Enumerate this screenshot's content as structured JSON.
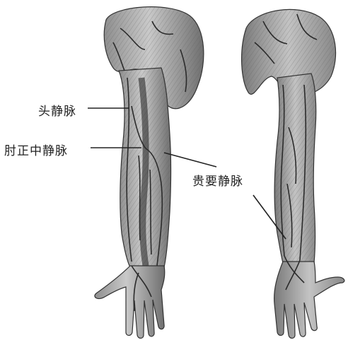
{
  "labels": {
    "cephalic_vein": "头静脉",
    "median_cubital_vein": "肘正中静脉",
    "basilic_vein": "贵要静脉"
  },
  "colors": {
    "ink": "#222222",
    "arm_shading": "#9a9a9a",
    "vein": "#2b2b2b",
    "background": "#ffffff"
  }
}
